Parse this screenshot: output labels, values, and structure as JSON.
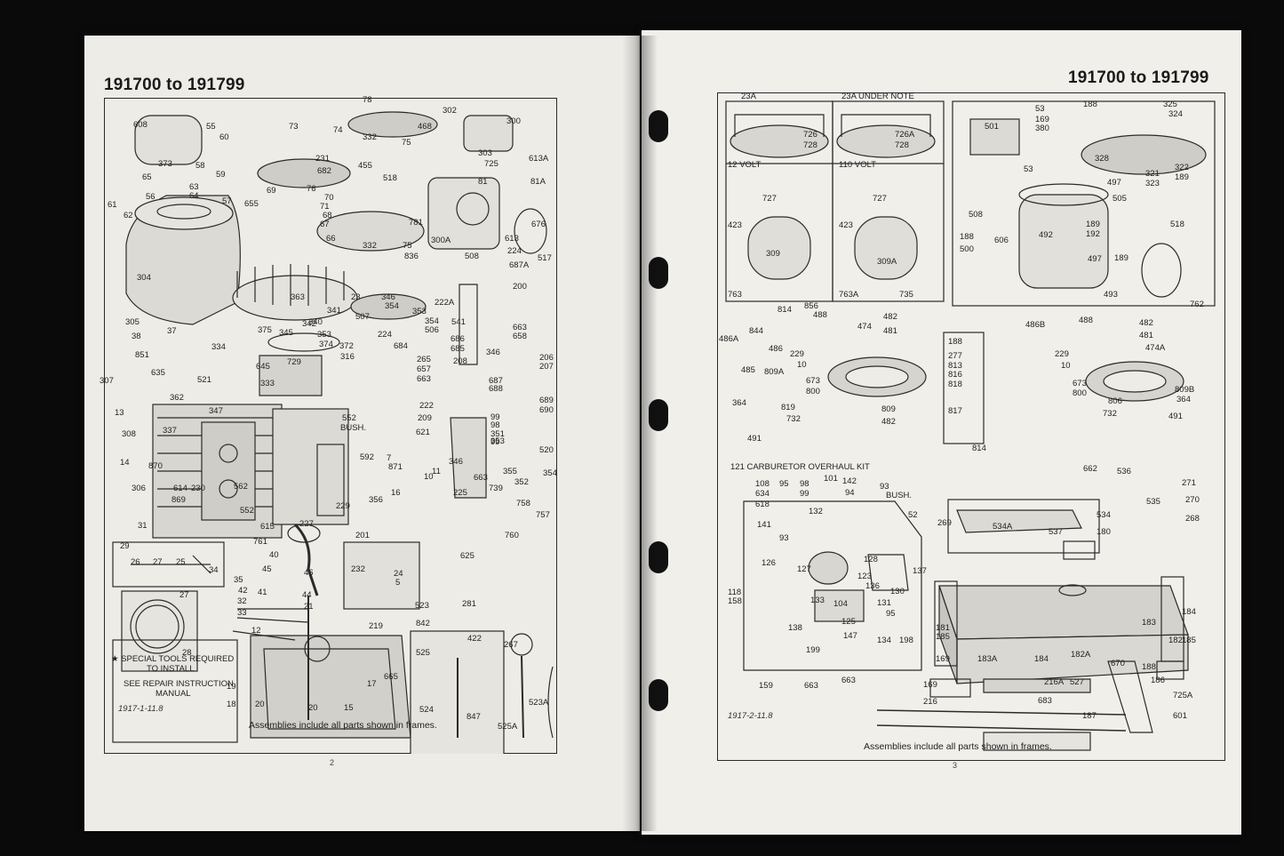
{
  "left_page": {
    "title": "191700 to 191799",
    "caption": "Assemblies include all parts shown in frames.",
    "page_number": "2",
    "drawing_code": "1917-1-11.8",
    "notes": {
      "special_tools_line1": "★ SPECIAL TOOLS REQUIRED",
      "special_tools_line2": "TO INSTALL",
      "repair_line1": "SEE REPAIR INSTRUCTION",
      "repair_line2": "MANUAL",
      "bush": "552",
      "bush_label": "BUSH."
    },
    "part_labels": [
      "608",
      "55",
      "60",
      "373",
      "58",
      "59",
      "65",
      "63",
      "64",
      "56",
      "57",
      "61",
      "62",
      "304",
      "305",
      "38",
      "37",
      "73",
      "74",
      "231",
      "682",
      "69",
      "76",
      "70",
      "71",
      "68",
      "67",
      "66",
      "655",
      "78",
      "468",
      "332",
      "75",
      "455",
      "302",
      "300",
      "303",
      "725",
      "613A",
      "81",
      "81A",
      "676",
      "518",
      "781",
      "300A",
      "613",
      "332",
      "75",
      "836",
      "517",
      "346",
      "23",
      "363",
      "340",
      "345",
      "341",
      "342",
      "353",
      "354",
      "353",
      "354",
      "506",
      "507",
      "224",
      "684",
      "222A",
      "541",
      "686",
      "685",
      "346",
      "663",
      "658",
      "508",
      "224",
      "687A",
      "200",
      "334",
      "645",
      "375",
      "374",
      "372",
      "316",
      "729",
      "333",
      "521",
      "851",
      "635",
      "307",
      "362",
      "13",
      "308",
      "337",
      "347",
      "14",
      "870",
      "306",
      "869",
      "552",
      "615",
      "614",
      "230",
      "562",
      "227",
      "592",
      "229",
      "356",
      "201",
      "232",
      "625",
      "24",
      "5",
      "7",
      "871",
      "16",
      "10",
      "11",
      "225",
      "739",
      "758",
      "757",
      "760",
      "761",
      "31",
      "29",
      "26",
      "27",
      "25",
      "34",
      "35",
      "33",
      "32",
      "42",
      "41",
      "40",
      "45",
      "46",
      "21",
      "27",
      "28",
      "44",
      "219",
      "12",
      "265",
      "657",
      "663",
      "222",
      "209",
      "621",
      "346",
      "208",
      "687",
      "688",
      "689",
      "690",
      "99",
      "98",
      "351",
      "99",
      "353",
      "520",
      "354",
      "355",
      "352",
      "663",
      "206",
      "207",
      "523",
      "281",
      "842",
      "422",
      "525",
      "267",
      "524",
      "847",
      "525A",
      "523A",
      "19",
      "18",
      "20",
      "20",
      "15",
      "665",
      "17"
    ]
  },
  "right_page": {
    "title": "191700 to 191799",
    "caption": "Assemblies include all parts shown in frames.",
    "page_number": "3",
    "drawing_code": "1917-2-11.8",
    "headings": {
      "flywheel_a": "23A",
      "flywheel_b": "23A UNDER NOTE",
      "volt12": "12 VOLT",
      "volt110": "110 VOLT",
      "carb_kit": "121 CARBURETOR OVERHAUL KIT",
      "bush": "93",
      "bush_label": "BUSH."
    },
    "part_labels": [
      "726",
      "728",
      "727",
      "423",
      "309",
      "763",
      "726A",
      "728",
      "727",
      "423",
      "309A",
      "763A",
      "735",
      "501",
      "53",
      "169",
      "380",
      "188",
      "325",
      "324",
      "53",
      "328",
      "321",
      "323",
      "322",
      "189",
      "497",
      "505",
      "508",
      "188",
      "500",
      "606",
      "492",
      "189",
      "192",
      "497",
      "189",
      "518",
      "493",
      "762",
      "814",
      "856",
      "488",
      "844",
      "486A",
      "486",
      "485",
      "809A",
      "229",
      "10",
      "673",
      "800",
      "482",
      "481",
      "474",
      "364",
      "819",
      "732",
      "491",
      "809",
      "482",
      "188",
      "277",
      "813",
      "816",
      "818",
      "817",
      "814",
      "486B",
      "488",
      "482",
      "481",
      "229",
      "10",
      "474A",
      "673",
      "800",
      "806",
      "732",
      "809B",
      "364",
      "491",
      "108",
      "634",
      "95",
      "98",
      "99",
      "101",
      "142",
      "94",
      "618",
      "141",
      "132",
      "93",
      "127",
      "126",
      "128",
      "137",
      "52",
      "123",
      "133",
      "104",
      "136",
      "130",
      "131",
      "95",
      "125",
      "147",
      "138",
      "134",
      "198",
      "199",
      "663",
      "118",
      "158",
      "159",
      "663",
      "662",
      "536",
      "534",
      "535",
      "271",
      "270",
      "268",
      "269",
      "534A",
      "537",
      "180",
      "181",
      "185",
      "169",
      "183A",
      "184",
      "182A",
      "670",
      "188",
      "182",
      "183",
      "185",
      "184",
      "169",
      "216",
      "216A",
      "527",
      "683",
      "186",
      "725A",
      "187",
      "601",
      "601"
    ]
  }
}
